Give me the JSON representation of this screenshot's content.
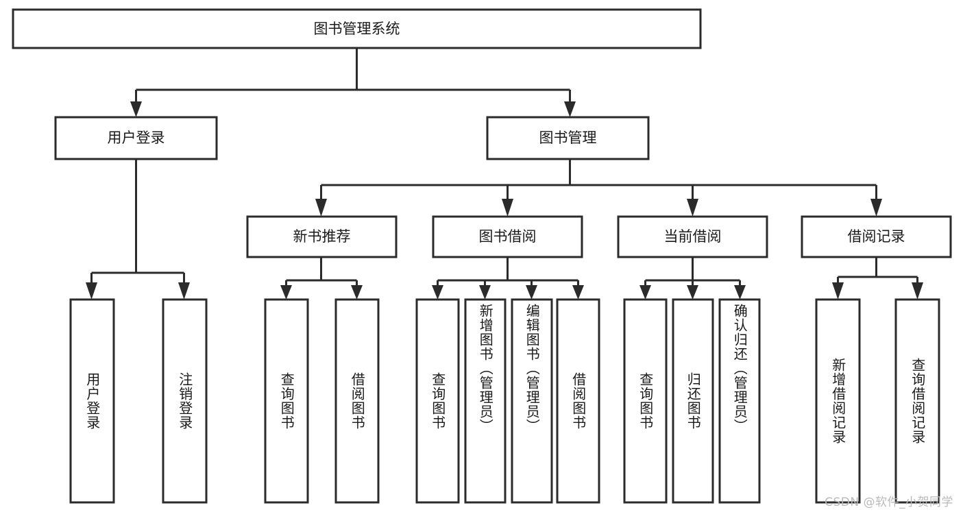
{
  "diagram": {
    "title": "图书管理系统",
    "type": "tree",
    "orientation": "top-down",
    "colors": {
      "box_fill": "#ffffff",
      "box_stroke": "#2b2b2b",
      "text": "#1a1a1a",
      "background": "#ffffff",
      "watermark": "#b9b9b9"
    },
    "root": {
      "label": "图书管理系统",
      "orientation": "horizontal"
    },
    "level2": [
      {
        "id": "user-login",
        "label": "用户登录",
        "orientation": "horizontal"
      },
      {
        "id": "book-manage",
        "label": "图书管理",
        "orientation": "horizontal"
      }
    ],
    "level3": [
      {
        "id": "new-book-recommend",
        "label": "新书推荐",
        "orientation": "horizontal",
        "parent": "book-manage"
      },
      {
        "id": "book-borrow",
        "label": "图书借阅",
        "orientation": "horizontal",
        "parent": "book-manage"
      },
      {
        "id": "current-borrow",
        "label": "当前借阅",
        "orientation": "horizontal",
        "parent": "book-manage"
      },
      {
        "id": "borrow-record",
        "label": "借阅记录",
        "orientation": "horizontal",
        "parent": "book-manage"
      }
    ],
    "leaves": [
      {
        "id": "leaf-user-login",
        "label": "用户登录",
        "parent": "user-login",
        "orientation": "vertical"
      },
      {
        "id": "leaf-user-logout",
        "label": "注销登录",
        "parent": "user-login",
        "orientation": "vertical"
      },
      {
        "id": "leaf-query-book-1",
        "label": "查询图书",
        "parent": "new-book-recommend",
        "orientation": "vertical"
      },
      {
        "id": "leaf-borrow-book-1",
        "label": "借阅图书",
        "parent": "new-book-recommend",
        "orientation": "vertical"
      },
      {
        "id": "leaf-query-book-2",
        "label": "查询图书",
        "parent": "book-borrow",
        "orientation": "vertical"
      },
      {
        "id": "leaf-add-book",
        "label": "新增图书（管理员）",
        "parent": "book-borrow",
        "orientation": "vertical"
      },
      {
        "id": "leaf-edit-book",
        "label": "编辑图书（管理员）",
        "parent": "book-borrow",
        "orientation": "vertical"
      },
      {
        "id": "leaf-borrow-book-2",
        "label": "借阅图书",
        "parent": "book-borrow",
        "orientation": "vertical"
      },
      {
        "id": "leaf-query-book-3",
        "label": "查询图书",
        "parent": "current-borrow",
        "orientation": "vertical"
      },
      {
        "id": "leaf-return-book",
        "label": "归还图书",
        "parent": "current-borrow",
        "orientation": "vertical"
      },
      {
        "id": "leaf-confirm-return",
        "label": "确认归还（管理员）",
        "parent": "current-borrow",
        "orientation": "vertical"
      },
      {
        "id": "leaf-add-record",
        "label": "新增借阅记录",
        "parent": "borrow-record",
        "orientation": "vertical"
      },
      {
        "id": "leaf-query-record",
        "label": "查询借阅记录",
        "parent": "borrow-record",
        "orientation": "vertical"
      }
    ],
    "watermark": "CSDN @软件_小贺同学"
  }
}
